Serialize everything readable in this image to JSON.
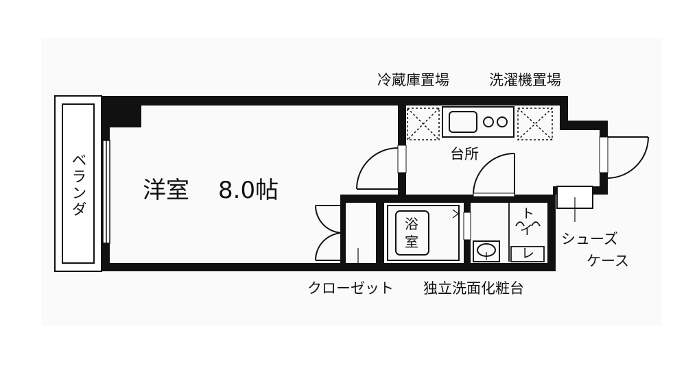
{
  "labels": {
    "balcony": "ベランダ",
    "western_room": "洋室",
    "western_room_size": "8.0帖",
    "fridge_space": "冷蔵庫置場",
    "washer_space": "洗濯機置場",
    "kitchen": "台所",
    "bath_top": "浴",
    "bath_bottom": "室",
    "toilet_1": "ト",
    "toilet_2": "イ",
    "toilet_3": "レ",
    "closet": "クローゼット",
    "vanity": "独立洗面化粧台",
    "shoe_case_1": "シューズ",
    "shoe_case_2": "ケース"
  }
}
